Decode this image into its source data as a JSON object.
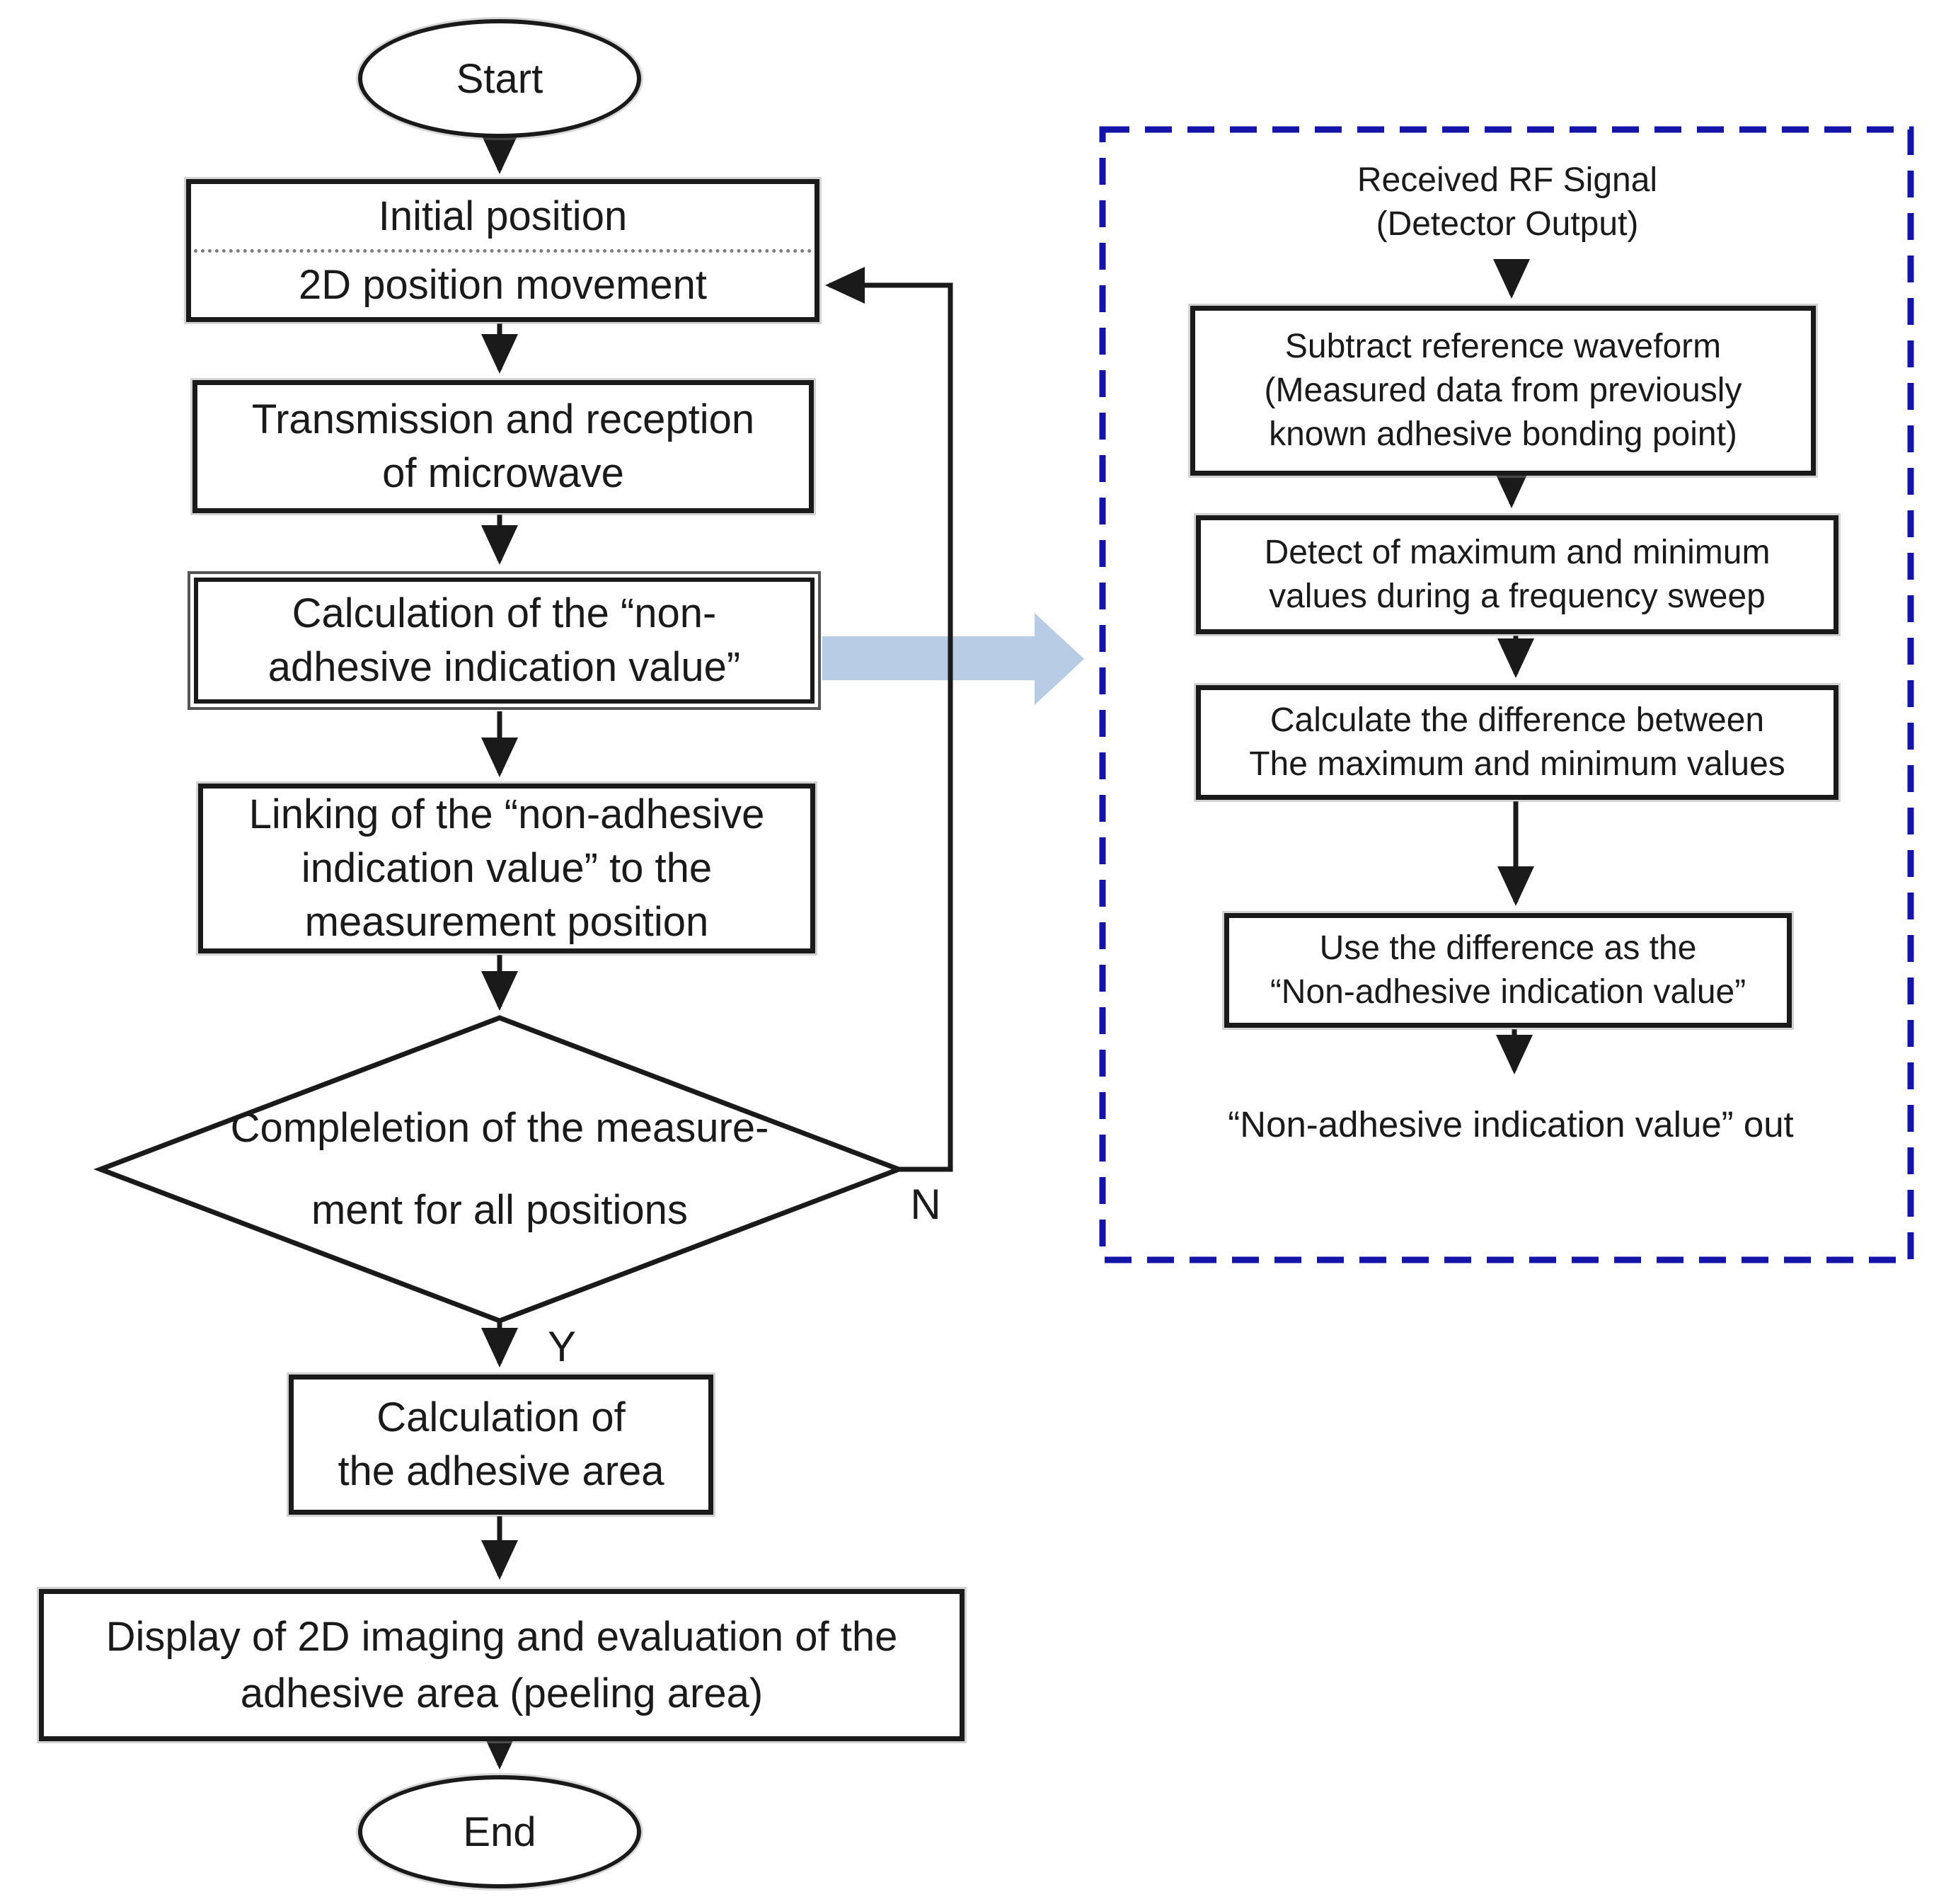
{
  "colors": {
    "line": "#1a1a1a",
    "panel_border": "#1414a8",
    "callout_arrow_fill": "#b9cce6"
  },
  "flowchart": {
    "start": "Start",
    "initial_position": "Initial position",
    "position_movement": "2D position movement",
    "transmission": "Transmission and reception\nof microwave",
    "calc_indication": "Calculation of the “non-\nadhesive indication value”",
    "linking": "Linking of the “non-adhesive\nindication value” to the\nmeasurement position",
    "decision": "Compleletion of the measure-\nment for all positions",
    "branch_no": "N",
    "branch_yes": "Y",
    "calc_area": "Calculation of\nthe adhesive area",
    "display_2d": "Display of 2D imaging and evaluation of the\nadhesive area (peeling area)",
    "end": "End"
  },
  "detail_panel": {
    "header": "Received RF Signal\n(Detector Output)",
    "subtract_reference": "Subtract reference waveform\n(Measured data from previously\nknown adhesive bonding point)",
    "detect_max_min": "Detect of maximum and minimum\nvalues during a frequency sweep",
    "calc_difference": "Calculate the difference between\nThe maximum and minimum values",
    "use_difference": "Use the difference as the\n“Non-adhesive indication value”",
    "output": "“Non-adhesive indication value” out"
  }
}
